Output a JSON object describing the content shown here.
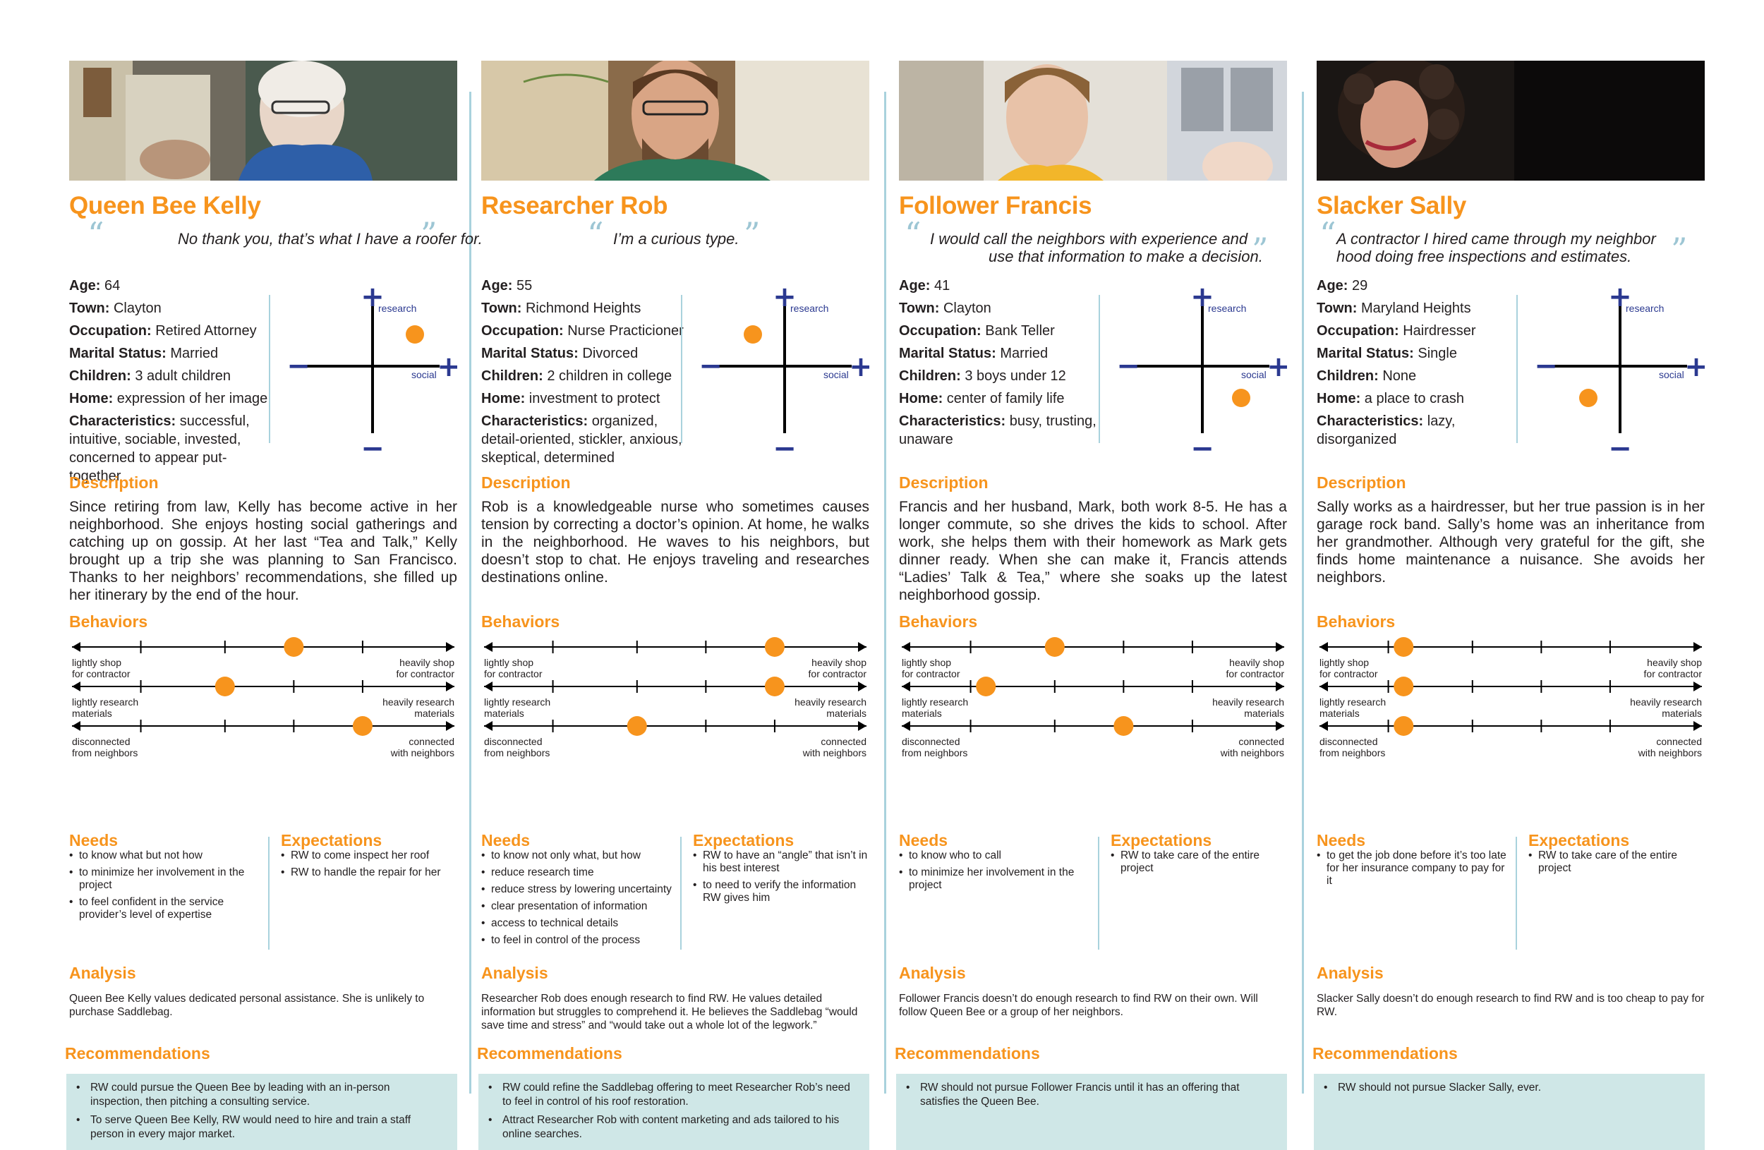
{
  "colors": {
    "accent": "#f7941d",
    "rule": "#a9d2dd",
    "axis_plus": "#2b3990",
    "recs_bg": "#cfe7e7"
  },
  "labels": {
    "research": "research",
    "social": "social",
    "description": "Description",
    "behaviors": "Behaviors",
    "needs": "Needs",
    "expectations": "Expectations",
    "analysis": "Analysis",
    "recommendations": "Recommendations",
    "plus": "+",
    "minus": "−",
    "k_age": "Age:",
    "k_town": "Town:",
    "k_occupation": "Occupation:",
    "k_marital": "Marital Status:",
    "k_children": "Children:",
    "k_home": "Home:",
    "k_characteristics": "Characteristics:"
  },
  "behavior_scales": [
    {
      "left": "lightly shop\nfor contractor",
      "right": "heavily shop\nfor contractor"
    },
    {
      "left": "lightly research\nmaterials",
      "right": "heavily research\nmaterials"
    },
    {
      "left": "disconnected\nfrom neighbors",
      "right": "connected\nwith neighbors"
    }
  ],
  "personas": [
    {
      "name": "Queen Bee Kelly",
      "quote": [
        "No thank you, that’s what I have a roofer for."
      ],
      "age": "64",
      "town": "Clayton",
      "occupation": "Retired Attorney",
      "marital": "Married",
      "children": "3 adult children",
      "home": "expression of her image",
      "characteristics": "successful, intuitive, sociable, invested, concerned to appear put-together",
      "matrix": {
        "social": 0.6,
        "research": 0.45
      },
      "description": "Since retiring from law, Kelly has become active in her neighborhood. She enjoys hosting social gatherings and catching up on gossip. At her last “Tea and Talk,” Kelly brought up a trip she was planning to San Francisco. Thanks to her neighbors’ recommendations, she filled up her itinerary by the end of the hour.",
      "behaviors": [
        0.58,
        0.4,
        0.76
      ],
      "needs": [
        "to know what but not how",
        "to minimize her involvement in the project",
        "to feel confident in the service provider’s level of expertise"
      ],
      "expectations": [
        "RW to come inspect her roof",
        "RW to handle the repair for her"
      ],
      "analysis": "Queen Bee Kelly values dedicated personal assistance. She is unlikely to purchase Saddlebag.",
      "recommendations": [
        "RW could pursue the Queen Bee by leading with an in-person inspection, then pitching a consulting service.",
        "To serve Queen Bee Kelly, RW would need to hire and train a staff person in every major market."
      ]
    },
    {
      "name": "Researcher Rob",
      "quote": [
        "I’m a curious type."
      ],
      "age": "55",
      "town": "Richmond Heights",
      "occupation": "Nurse Practicioner",
      "marital": "Divorced",
      "children": "2 children in college",
      "home": "investment to protect",
      "characteristics": "organized, detail-oriented, stickler, anxious, skeptical, determined",
      "matrix": {
        "social": -0.45,
        "research": 0.45
      },
      "description": "Rob is a knowledgeable nurse who sometimes causes tension by correcting a doctor’s opinion. At home, he walks in the neighborhood. He waves to his neighbors, but doesn’t stop to chat. He enjoys traveling and researches destinations online.",
      "behaviors": [
        0.76,
        0.76,
        0.4
      ],
      "needs": [
        "to know not only what, but how",
        "reduce research time",
        "reduce stress by lowering uncertainty",
        "clear presentation of information",
        "access to technical details",
        "to feel in control of the process"
      ],
      "expectations": [
        "RW to have an “angle” that isn’t in his best interest",
        "to need to verify the information RW gives him"
      ],
      "analysis": "Researcher Rob does enough research to find RW. He values detailed information but struggles to comprehend it. He believes the Saddlebag “would save time and stress” and “would take out a whole lot of the legwork.”",
      "recommendations": [
        "RW could refine the Saddlebag offering to meet Researcher Rob’s need to feel in control of his roof restoration.",
        "Attract Researcher Rob with content marketing and ads tailored to his online searches."
      ]
    },
    {
      "name": "Follower Francis",
      "quote": [
        "I would call the neighbors with experience and",
        "use that information to make a decision."
      ],
      "age": "41",
      "town": "Clayton",
      "occupation": "Bank Teller",
      "marital": "Married",
      "children": "3 boys under 12",
      "home": "center of family life",
      "characteristics": "busy, trusting, unaware",
      "matrix": {
        "social": 0.55,
        "research": -0.45
      },
      "description": "Francis and her husband, Mark, both work 8-5. He has a longer commute, so she drives the kids to school. After work, she helps them with their homework as Mark gets dinner ready. When she can make it, Francis attends “Ladies’ Talk & Tea,” where she soaks up the latest neighborhood gossip.",
      "behaviors": [
        0.4,
        0.22,
        0.58
      ],
      "needs": [
        "to know who to call",
        "to minimize her involvement in the project"
      ],
      "expectations": [
        "RW to take care of the entire project"
      ],
      "analysis": "Follower Francis doesn’t do enough research to find RW on their own. Will follow Queen Bee or a group of her neighbors.",
      "recommendations": [
        "RW should not pursue Follower Francis until it has an offering that satisfies the Queen Bee."
      ]
    },
    {
      "name": "Slacker Sally",
      "quote": [
        "A contractor I hired came through my neighbor",
        "hood doing free inspections and estimates."
      ],
      "age": "29",
      "town": "Maryland Heights",
      "occupation": "Hairdresser",
      "marital": "Single",
      "children": "None",
      "home": "a place to crash",
      "characteristics": "lazy, disorganized",
      "matrix": {
        "social": -0.45,
        "research": -0.45
      },
      "description": "Sally works as a hairdresser, but her true passion is in her garage rock band. Sally’s home was an inheritance from her grandmother. Although very grateful for the gift, she finds home maintenance a nuisance. She avoids her neighbors.",
      "behaviors": [
        0.22,
        0.22,
        0.22
      ],
      "needs": [
        "to get the job done before it’s too late for her insurance company to pay for it"
      ],
      "expectations": [
        "RW to take care of the entire project"
      ],
      "analysis": "Slacker Sally doesn’t do enough research to find RW and is too cheap to pay for RW.",
      "recommendations": [
        "RW should not pursue Slacker Sally, ever."
      ]
    }
  ]
}
